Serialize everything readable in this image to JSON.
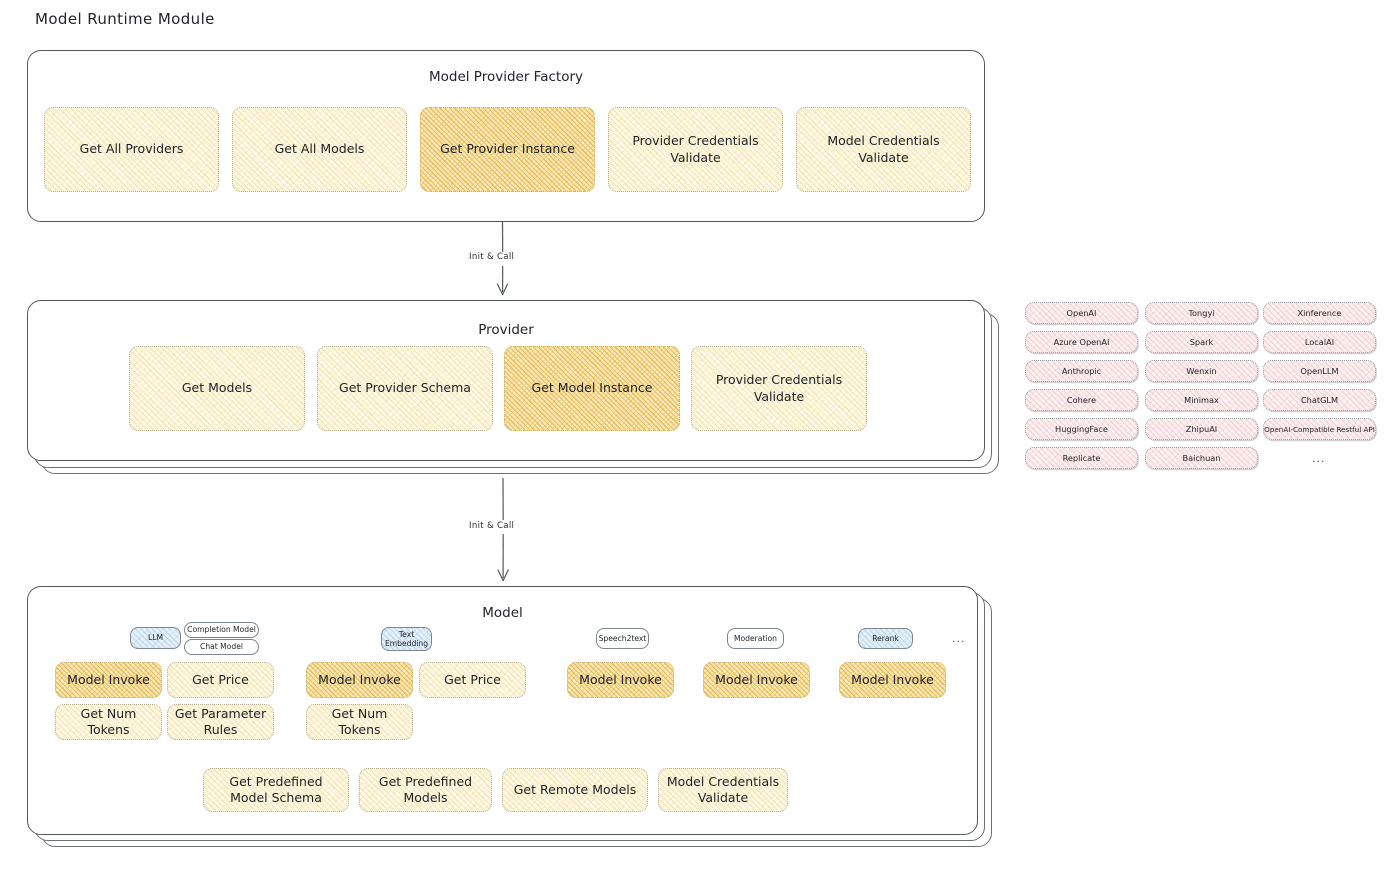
{
  "page": {
    "title": "Model Runtime Module"
  },
  "factory": {
    "title": "Model Provider Factory",
    "nodes": [
      {
        "label": "Get All Providers",
        "style": "light"
      },
      {
        "label": "Get All Models",
        "style": "light"
      },
      {
        "label": "Get Provider Instance",
        "style": "strong"
      },
      {
        "label": "Provider Credentials Validate",
        "style": "light"
      },
      {
        "label": "Model Credentials Validate",
        "style": "light"
      }
    ]
  },
  "arrow1": {
    "label": "Init & Call"
  },
  "provider": {
    "title": "Provider",
    "nodes": [
      {
        "label": "Get Models",
        "style": "light"
      },
      {
        "label": "Get Provider Schema",
        "style": "light"
      },
      {
        "label": "Get Model Instance",
        "style": "strong"
      },
      {
        "label": "Provider Credentials Validate",
        "style": "light"
      }
    ]
  },
  "arrow2": {
    "label": "Init & Call"
  },
  "provider_list": {
    "columns": [
      [
        "OpenAI",
        "Azure OpenAI",
        "Anthropic",
        "Cohere",
        "HuggingFace",
        "Replicate"
      ],
      [
        "Tongyi",
        "Spark",
        "Wenxin",
        "Minimax",
        "ZhipuAI",
        "Baichuan"
      ],
      [
        "Xinference",
        "LocalAI",
        "OpenLLM",
        "ChatGLM",
        "OpenAI-Compatible Restful API"
      ]
    ],
    "more": "..."
  },
  "model": {
    "title": "Model",
    "more": "...",
    "types": [
      {
        "name": "LLM",
        "style": "blue",
        "subtypes": [
          "Completion Model",
          "Chat Model"
        ]
      },
      {
        "name": "Text Embedding",
        "style": "blue",
        "subtypes": []
      },
      {
        "name": "Speech2text",
        "style": "white",
        "subtypes": []
      },
      {
        "name": "Moderation",
        "style": "white",
        "subtypes": []
      },
      {
        "name": "Rerank",
        "style": "blue",
        "subtypes": []
      }
    ],
    "groups": [
      {
        "row1": [
          "Model Invoke",
          "Get Price"
        ],
        "row2": [
          "Get Num Tokens",
          "Get Parameter Rules"
        ]
      },
      {
        "row1": [
          "Model Invoke",
          "Get Price"
        ],
        "row2": [
          "Get Num Tokens"
        ]
      },
      {
        "row1": [
          "Model Invoke"
        ],
        "row2": []
      },
      {
        "row1": [
          "Model Invoke"
        ],
        "row2": []
      },
      {
        "row1": [
          "Model Invoke"
        ],
        "row2": []
      }
    ],
    "bottom_nodes": [
      "Get Predefined Model Schema",
      "Get Predefined Models",
      "Get Remote Models",
      "Model Credentials Validate"
    ]
  },
  "colors": {
    "node_light_fill": "#fdf8e6",
    "node_strong_fill": "#fae9bd",
    "pill_pink_fill": "#fdf0f1",
    "pill_blue_fill": "#e4f1fb",
    "stroke": "#55585e"
  }
}
